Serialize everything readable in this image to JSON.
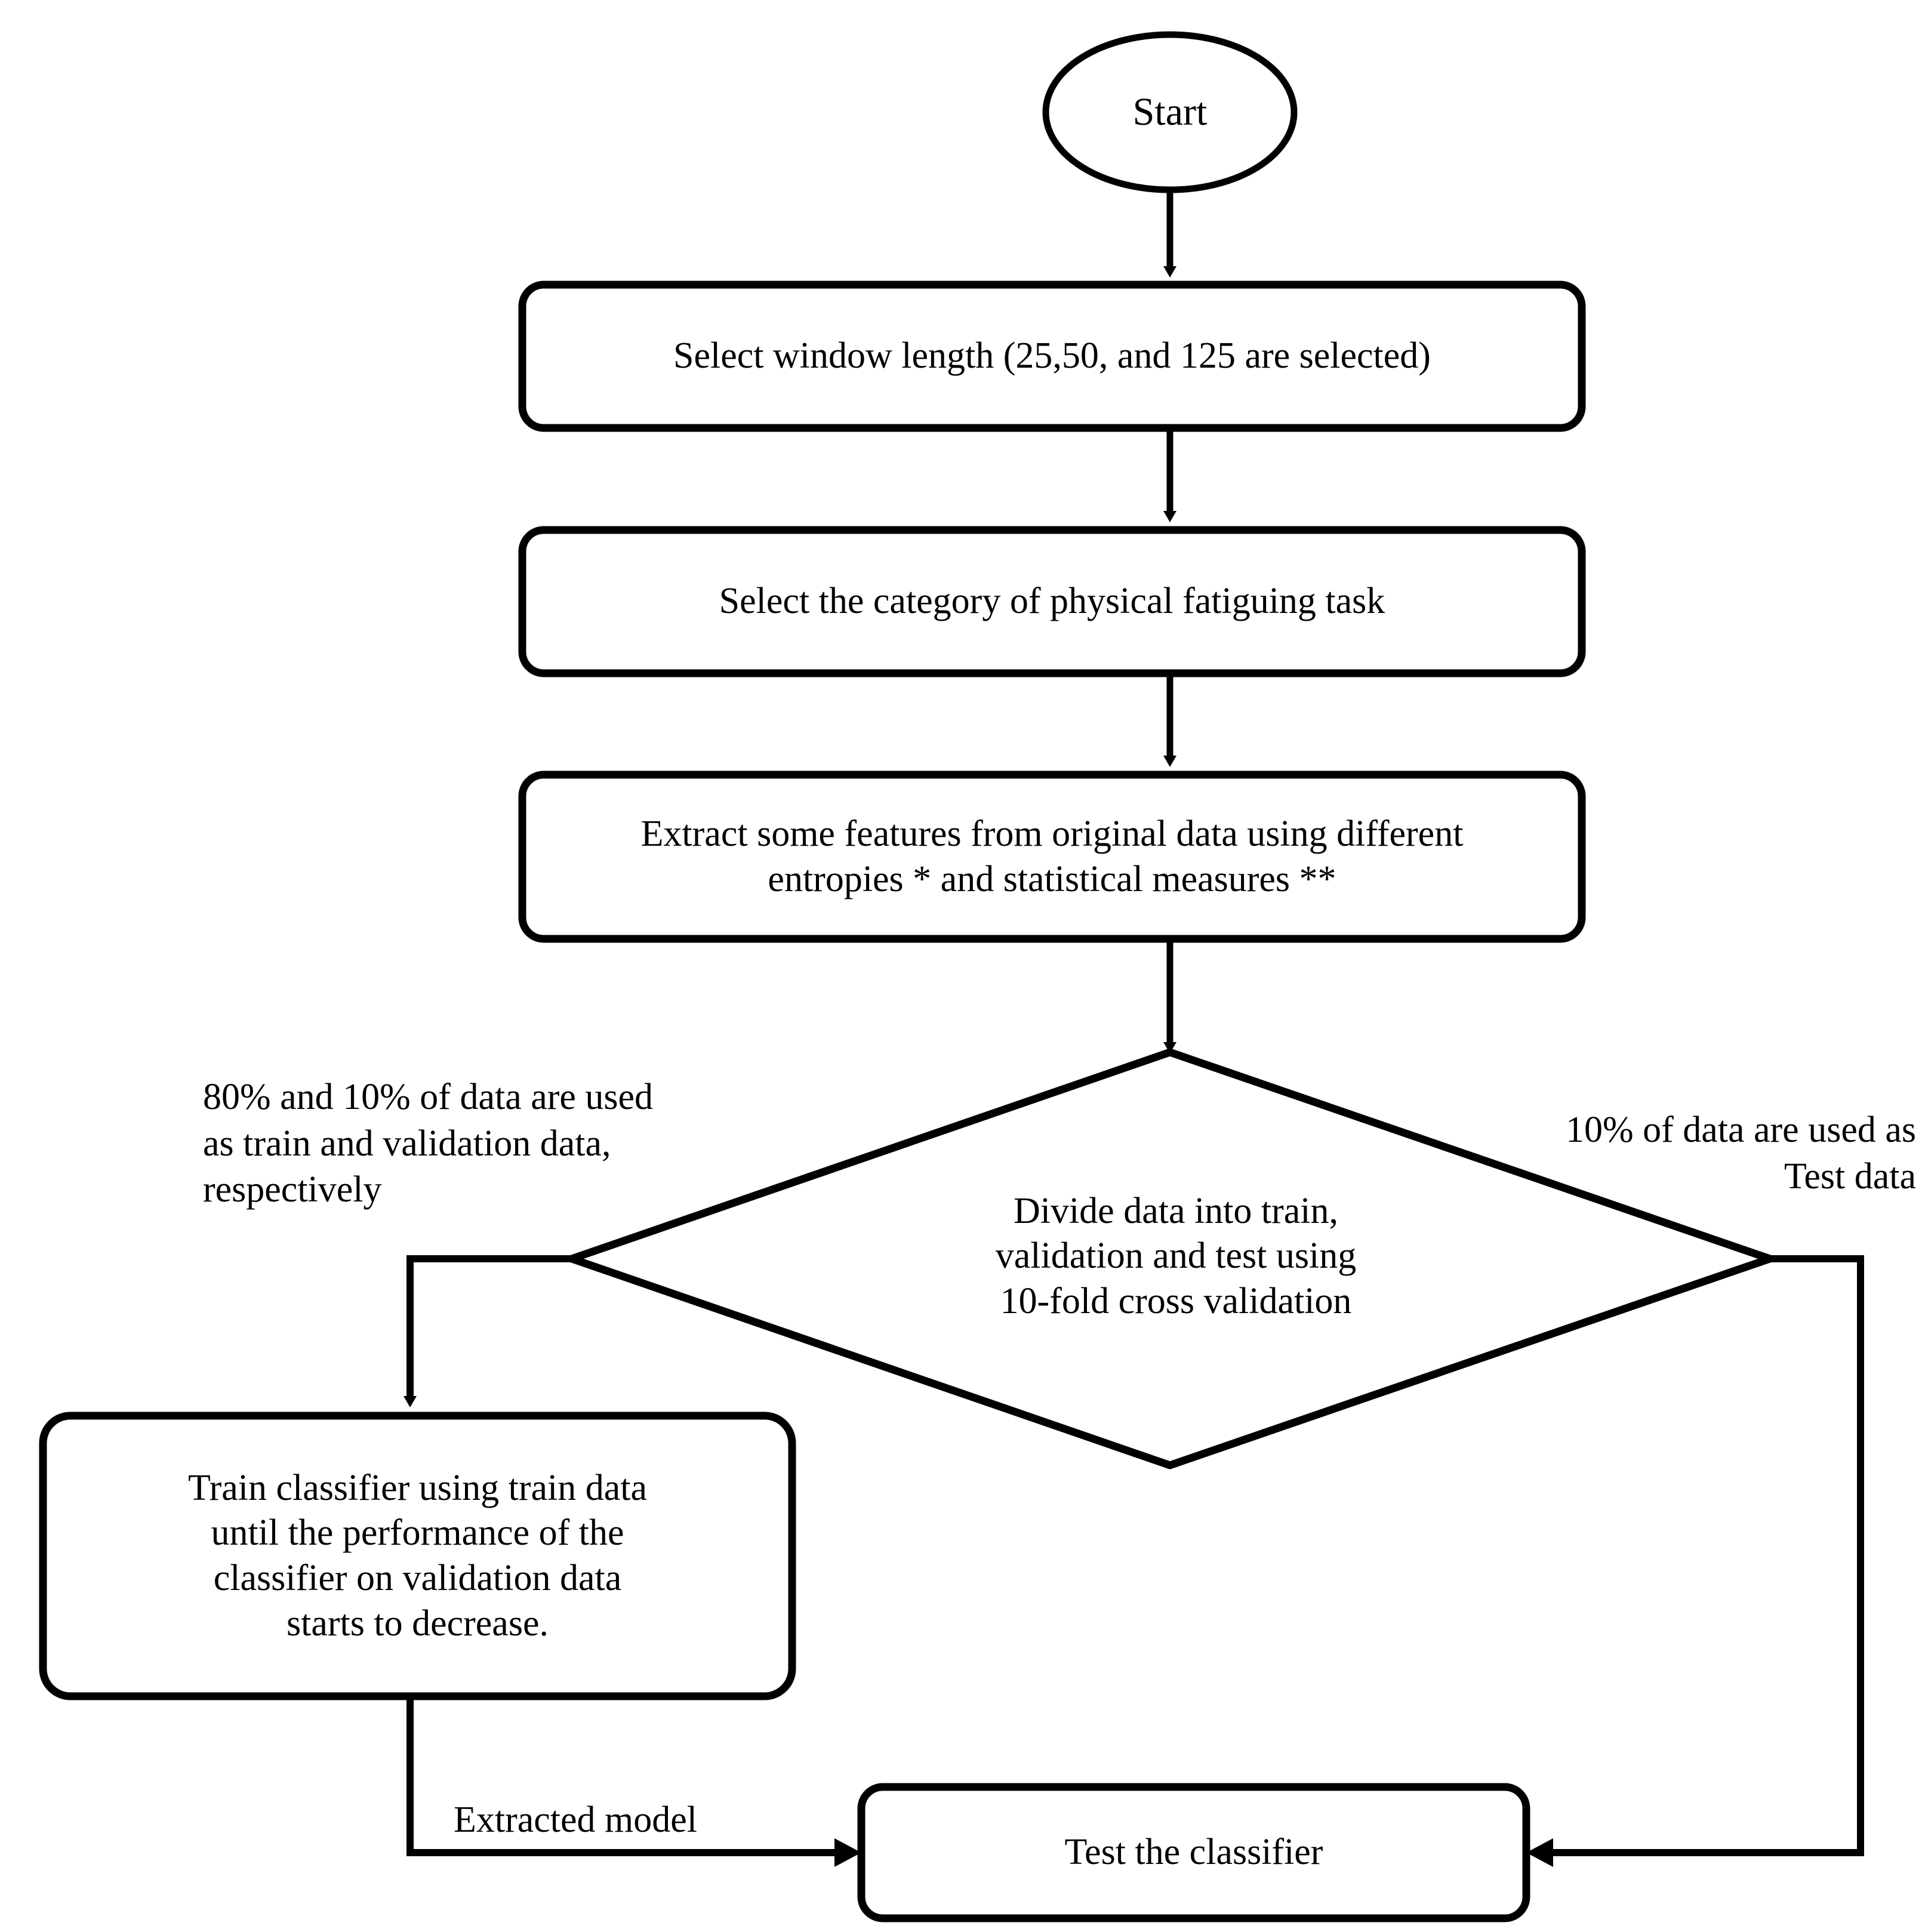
{
  "diagram": {
    "title": "Flowchart of the physical fatigue classification methodology",
    "stroke_color": "#000000",
    "background_color": "#ffffff",
    "nodes": [
      {
        "id": "start",
        "shape": "ellipse",
        "label": "Start"
      },
      {
        "id": "window",
        "shape": "rounded-rect",
        "label": "Select window length (25,50, and 125 are selected)"
      },
      {
        "id": "category",
        "shape": "rounded-rect",
        "label": "Select the category of physical fatiguing task"
      },
      {
        "id": "features",
        "shape": "rounded-rect",
        "label": "Extract some features from original data using different\nentropies * and statistical measures **"
      },
      {
        "id": "divide",
        "shape": "diamond",
        "label": "Divide data into train,\nvalidation and test using\n10-fold cross validation"
      },
      {
        "id": "train",
        "shape": "rounded-rect",
        "label": "Train classifier using train data\nuntil the performance of the\nclassifier on validation data\nstarts to decrease."
      },
      {
        "id": "test",
        "shape": "rounded-rect",
        "label": "Test the classifier"
      }
    ],
    "annotations": [
      {
        "id": "left-split",
        "text": "80% and 10% of data are used\nas train and validation data,\nrespectively",
        "align": "left"
      },
      {
        "id": "right-split",
        "text": "10% of data are used as\nTest data",
        "align": "right"
      }
    ],
    "edge_labels": [
      {
        "id": "extracted-model",
        "text": "Extracted model"
      }
    ]
  }
}
